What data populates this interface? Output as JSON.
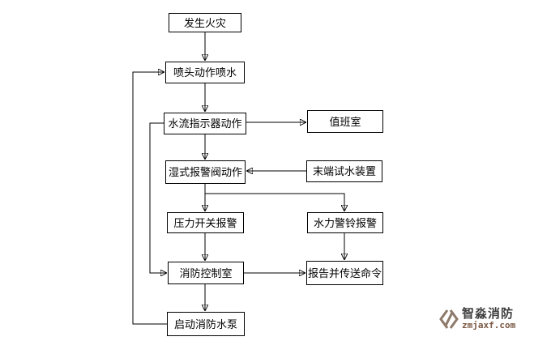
{
  "diagram": {
    "nodes": {
      "fire": {
        "label": "发生火灾"
      },
      "sprinkler": {
        "label": "喷头动作喷水"
      },
      "flow_indicator": {
        "label": "水流指示器动作"
      },
      "duty_room": {
        "label": "值班室"
      },
      "wet_valve": {
        "label": "湿式报警阀动作"
      },
      "end_test": {
        "label": "末端试水装置"
      },
      "pressure_switch": {
        "label": "压力开关报警"
      },
      "hydraulic_bell": {
        "label": "水力警铃报警"
      },
      "control_room": {
        "label": "消防控制室"
      },
      "report_command": {
        "label": "报告并传送命令"
      },
      "start_pump": {
        "label": "启动消防水泵"
      }
    },
    "edges": [
      {
        "from": "fire",
        "to": "sprinkler"
      },
      {
        "from": "sprinkler",
        "to": "flow_indicator"
      },
      {
        "from": "flow_indicator",
        "to": "duty_room"
      },
      {
        "from": "flow_indicator",
        "to": "wet_valve"
      },
      {
        "from": "end_test",
        "to": "wet_valve"
      },
      {
        "from": "wet_valve",
        "to": "pressure_switch"
      },
      {
        "from": "wet_valve",
        "to": "hydraulic_bell"
      },
      {
        "from": "pressure_switch",
        "to": "control_room"
      },
      {
        "from": "hydraulic_bell",
        "to": "report_command"
      },
      {
        "from": "control_room",
        "to": "report_command"
      },
      {
        "from": "control_room",
        "to": "start_pump"
      },
      {
        "from": "flow_indicator",
        "to": "control_room"
      },
      {
        "from": "start_pump",
        "to": "sprinkler"
      }
    ]
  },
  "watermark": {
    "brand": "智淼消防",
    "domain": "zmjaxf.com"
  },
  "colors": {
    "background": "#ffffff",
    "line": "#000000",
    "box_border": "#000000",
    "text": "#000000",
    "brand_text": "#3f3f3f",
    "domain_text": "#7a5843",
    "logo_icon": "#8d7a6a"
  }
}
